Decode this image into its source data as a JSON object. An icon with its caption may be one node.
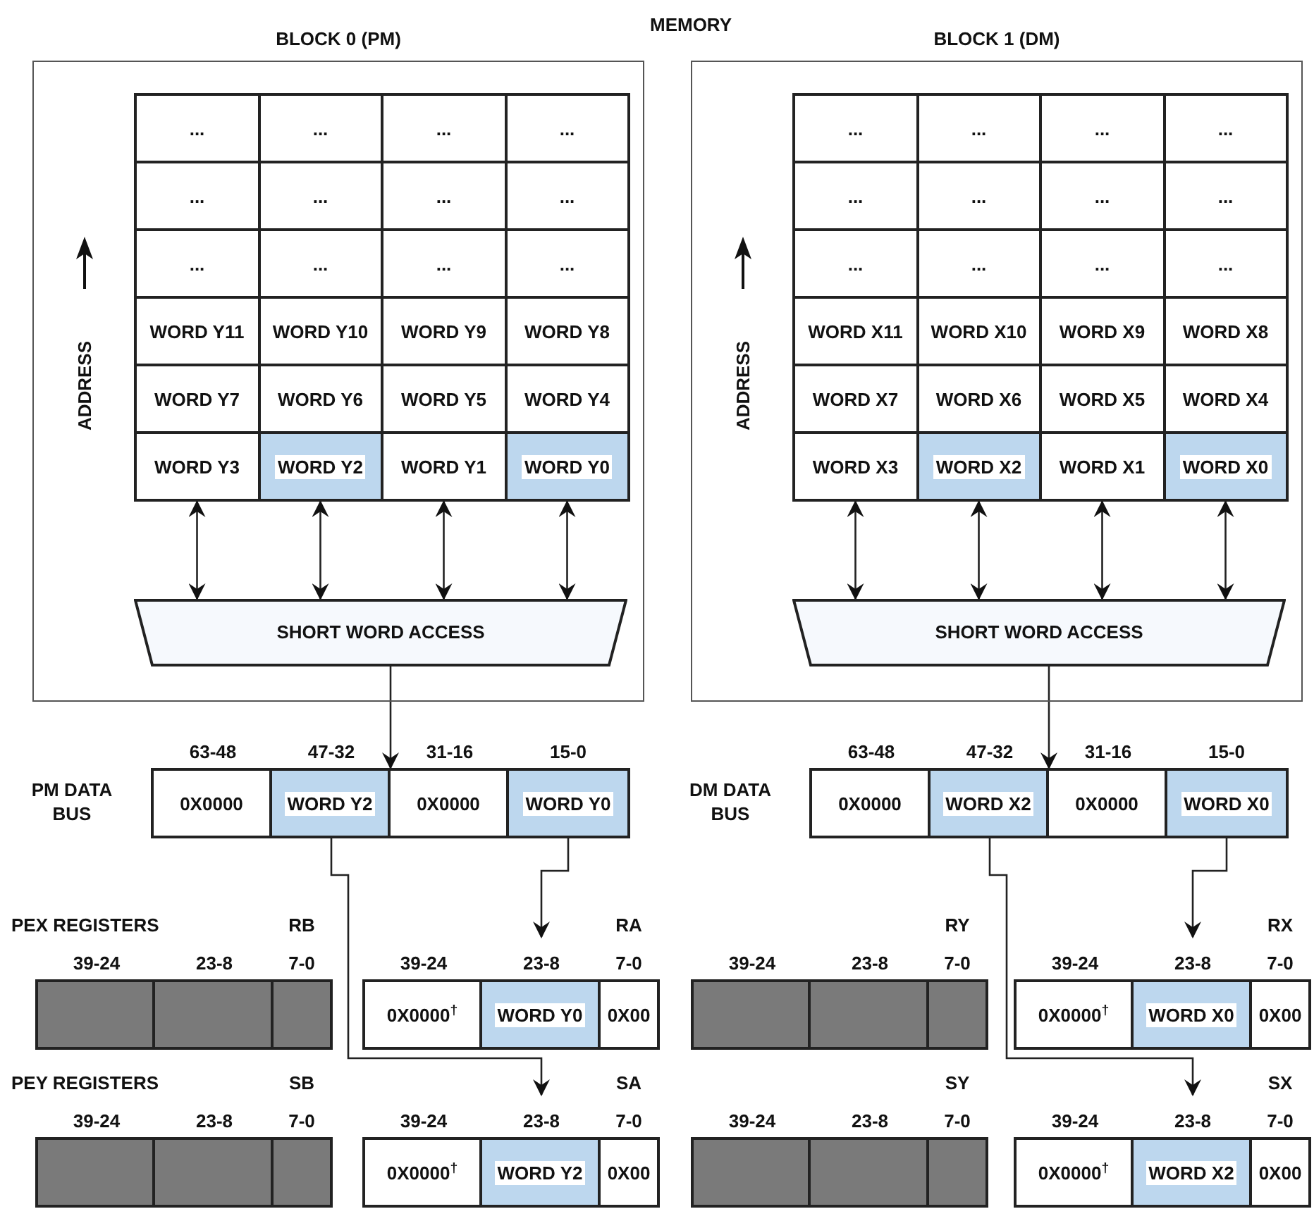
{
  "diagram": {
    "title": "MEMORY",
    "nodes": [
      {
        "text": [
          "BLOCK 0 (PM)"
        ]
      },
      {
        "text": [
          "..."
        ],
        "in": 0
      },
      {
        "text": [
          "..."
        ],
        "in": 0
      },
      {
        "text": [
          "..."
        ],
        "in": 0
      },
      {
        "text": [
          "..."
        ],
        "in": 0
      },
      {
        "text": [
          "..."
        ],
        "in": 0
      },
      {
        "text": [
          "..."
        ],
        "in": 0
      },
      {
        "text": [
          "..."
        ],
        "in": 0
      },
      {
        "text": [
          "..."
        ],
        "in": 0
      },
      {
        "text": [
          "..."
        ],
        "in": 0
      },
      {
        "text": [
          "..."
        ],
        "in": 0
      },
      {
        "text": [
          "..."
        ],
        "in": 0
      },
      {
        "text": [
          "..."
        ],
        "in": 0
      },
      {
        "text": [
          "WORD Y11"
        ],
        "in": 0
      },
      {
        "text": [
          "WORD Y10"
        ],
        "in": 0
      },
      {
        "text": [
          "WORD Y9"
        ],
        "in": 0
      },
      {
        "text": [
          "WORD Y8"
        ],
        "in": 0
      },
      {
        "text": [
          "WORD Y7"
        ],
        "in": 0
      },
      {
        "text": [
          "WORD Y6"
        ],
        "in": 0
      },
      {
        "text": [
          "WORD Y5"
        ],
        "in": 0
      },
      {
        "text": [
          "WORD Y4"
        ],
        "in": 0
      },
      {
        "text": [
          "WORD Y3"
        ],
        "in": 0
      },
      {
        "text": [
          "WORD Y2"
        ],
        "in": 0
      },
      {
        "text": [
          "WORD Y1"
        ],
        "in": 0
      },
      {
        "text": [
          "WORD Y0"
        ],
        "in": 0
      },
      {
        "text": [
          "SHORT WORD ACCESS"
        ],
        "in": 0
      },
      {
        "text": [
          "BLOCK 1 (DM)"
        ]
      },
      {
        "text": [
          "..."
        ],
        "in": 26
      },
      {
        "text": [
          "..."
        ],
        "in": 26
      },
      {
        "text": [
          "..."
        ],
        "in": 26
      },
      {
        "text": [
          "..."
        ],
        "in": 26
      },
      {
        "text": [
          "..."
        ],
        "in": 26
      },
      {
        "text": [
          "..."
        ],
        "in": 26
      },
      {
        "text": [
          "..."
        ],
        "in": 26
      },
      {
        "text": [
          "..."
        ],
        "in": 26
      },
      {
        "text": [
          "..."
        ],
        "in": 26
      },
      {
        "text": [
          "..."
        ],
        "in": 26
      },
      {
        "text": [
          "..."
        ],
        "in": 26
      },
      {
        "text": [
          "..."
        ],
        "in": 26
      },
      {
        "text": [
          "WORD X11"
        ],
        "in": 26
      },
      {
        "text": [
          "WORD X10"
        ],
        "in": 26
      },
      {
        "text": [
          "WORD X9"
        ],
        "in": 26
      },
      {
        "text": [
          "WORD X8"
        ],
        "in": 26
      },
      {
        "text": [
          "WORD X7"
        ],
        "in": 26
      },
      {
        "text": [
          "WORD X6"
        ],
        "in": 26
      },
      {
        "text": [
          "WORD X5"
        ],
        "in": 26
      },
      {
        "text": [
          "WORD X4"
        ],
        "in": 26
      },
      {
        "text": [
          "WORD X3"
        ],
        "in": 26
      },
      {
        "text": [
          "WORD X2"
        ],
        "in": 26
      },
      {
        "text": [
          "WORD X1"
        ],
        "in": 26
      },
      {
        "text": [
          "WORD X0"
        ],
        "in": 26
      },
      {
        "text": [
          "SHORT WORD ACCESS"
        ],
        "in": 26
      },
      {
        "text": [],
        "shape": "box",
        "beside": [
          "PM DATA BUS"
        ]
      },
      {
        "text": [
          "0X0000"
        ],
        "in": 52
      },
      {
        "text": [
          "WORD Y2"
        ],
        "in": 52
      },
      {
        "text": [
          "0X0000"
        ],
        "in": 52
      },
      {
        "text": [
          "WORD Y0"
        ],
        "in": 52
      },
      {
        "text": [],
        "shape": "box",
        "beside": [
          "DM DATA BUS"
        ]
      },
      {
        "text": [
          "0X0000"
        ],
        "in": 57
      },
      {
        "text": [
          "WORD X2"
        ],
        "in": 57
      },
      {
        "text": [
          "0X0000"
        ],
        "in": 57
      },
      {
        "text": [
          "WORD X0"
        ],
        "in": 57
      },
      {
        "text": [],
        "shape": "box"
      },
      {
        "text": [],
        "shape": "box",
        "in": 62
      },
      {
        "text": [],
        "shape": "box",
        "in": 62
      },
      {
        "text": [],
        "shape": "box",
        "in": 62
      },
      {
        "text": [],
        "shape": "box"
      },
      {
        "text": [
          "0X0000$^{†}$"
        ],
        "in": 66
      },
      {
        "text": [
          "WORD Y0"
        ],
        "in": 66
      },
      {
        "text": [
          "0X00"
        ],
        "in": 66
      },
      {
        "text": [],
        "shape": "box"
      },
      {
        "text": [],
        "shape": "box",
        "in": 70
      },
      {
        "text": [],
        "shape": "box",
        "in": 70
      },
      {
        "text": [],
        "shape": "box",
        "in": 70
      },
      {
        "text": [],
        "shape": "box"
      },
      {
        "text": [
          "0X0000$^{†}$"
        ],
        "in": 74
      },
      {
        "text": [
          "WORD X0"
        ],
        "in": 74
      },
      {
        "text": [
          "0X00"
        ],
        "in": 74
      },
      {
        "text": [],
        "shape": "box"
      },
      {
        "text": [],
        "shape": "box",
        "in": 78
      },
      {
        "text": [],
        "shape": "box",
        "in": 78
      },
      {
        "text": [],
        "shape": "box",
        "in": 78
      },
      {
        "text": [],
        "shape": "box"
      },
      {
        "text": [
          "0X0000$^{†}$"
        ],
        "in": 82
      },
      {
        "text": [
          "WORD Y2"
        ],
        "in": 82
      },
      {
        "text": [
          "0X00"
        ],
        "in": 82
      },
      {
        "text": [],
        "shape": "box"
      },
      {
        "text": [],
        "shape": "box",
        "in": 86
      },
      {
        "text": [],
        "shape": "box",
        "in": 86
      },
      {
        "text": [],
        "shape": "box",
        "in": 86
      },
      {
        "text": [],
        "shape": "box"
      },
      {
        "text": [
          "0X0000$^{†}$"
        ],
        "in": 90
      },
      {
        "text": [
          "WORD X2"
        ],
        "in": 90
      },
      {
        "text": [
          "0X00"
        ],
        "in": 90
      }
    ],
    "edges": [
      {
        "from": 21,
        "to": 25,
        "arrow": "both"
      },
      {
        "from": 22,
        "to": 25,
        "arrow": "both"
      },
      {
        "from": 23,
        "to": 25,
        "arrow": "both"
      },
      {
        "from": 24,
        "to": 25,
        "arrow": "both"
      },
      {
        "from": 47,
        "to": 51,
        "arrow": "both"
      },
      {
        "from": 48,
        "to": 51,
        "arrow": "both"
      },
      {
        "from": 49,
        "to": 51,
        "arrow": "both"
      },
      {
        "from": 50,
        "to": 51,
        "arrow": "both"
      },
      {
        "from": 25,
        "to": 52,
        "arrow": "to"
      },
      {
        "from": 51,
        "to": 57,
        "arrow": "to"
      },
      {
        "from": 54,
        "to": 84,
        "arrow": "to"
      },
      {
        "from": 56,
        "to": 68,
        "arrow": "to"
      },
      {
        "from": 59,
        "to": 92,
        "arrow": "to"
      },
      {
        "from": 61,
        "to": 76,
        "arrow": "to"
      }
    ],
    "labels": [
      "ADDRESS",
      "ADDRESS",
      "63-48",
      "47-32",
      "31-16",
      "15-0",
      "63-48",
      "47-32",
      "31-16",
      "15-0",
      "PEX REGISTERS",
      "RB",
      "RA",
      "RY",
      "RX",
      "39-24",
      "23-8",
      "7-0",
      "39-24",
      "23-8",
      "7-0",
      "39-24",
      "23-8",
      "7-0",
      "39-24",
      "23-8",
      "7-0",
      "PEY REGISTERS",
      "SB",
      "SA",
      "SY",
      "SX",
      "39-24",
      "23-8",
      "7-0",
      "39-24",
      "23-8",
      "7-0",
      "39-24",
      "23-8",
      "7-0",
      "39-24",
      "23-8",
      "7-0"
    ]
  }
}
